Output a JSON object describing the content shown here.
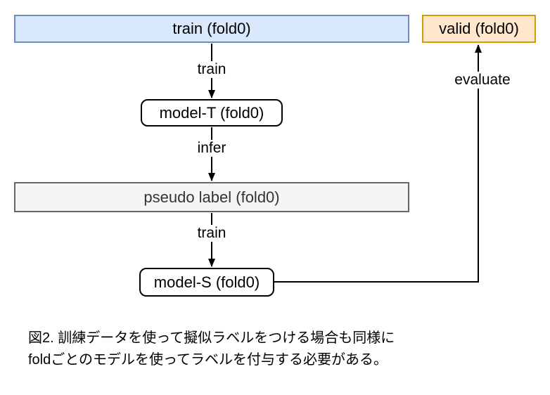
{
  "diagram": {
    "nodes": [
      {
        "id": "train",
        "label": "train (fold0)",
        "fill": "#dae8fc",
        "stroke": "#6c8ebf",
        "text_color": "#000000"
      },
      {
        "id": "valid",
        "label": "valid (fold0)",
        "fill": "#ffe6cc",
        "stroke": "#d79b00",
        "text_color": "#000000"
      },
      {
        "id": "model_t",
        "label": "model-T (fold0)",
        "fill": "#ffffff",
        "stroke": "#000000",
        "text_color": "#000000"
      },
      {
        "id": "pseudo",
        "label": "pseudo label (fold0)",
        "fill": "#f5f5f5",
        "stroke": "#666666",
        "text_color": "#333333"
      },
      {
        "id": "model_s",
        "label": "model-S (fold0)",
        "fill": "#ffffff",
        "stroke": "#000000",
        "text_color": "#000000"
      }
    ],
    "edges": [
      {
        "from": "train",
        "to": "model_t",
        "label": "train"
      },
      {
        "from": "model_t",
        "to": "pseudo",
        "label": "infer"
      },
      {
        "from": "pseudo",
        "to": "model_s",
        "label": "train"
      },
      {
        "from": "model_s",
        "to": "valid",
        "label": "evaluate"
      }
    ]
  },
  "caption": {
    "line1": "図2. 訓練データを使って擬似ラベルをつける場合も同様に",
    "line2": "foldごとのモデルを使ってラベルを付与する必要がある。"
  }
}
